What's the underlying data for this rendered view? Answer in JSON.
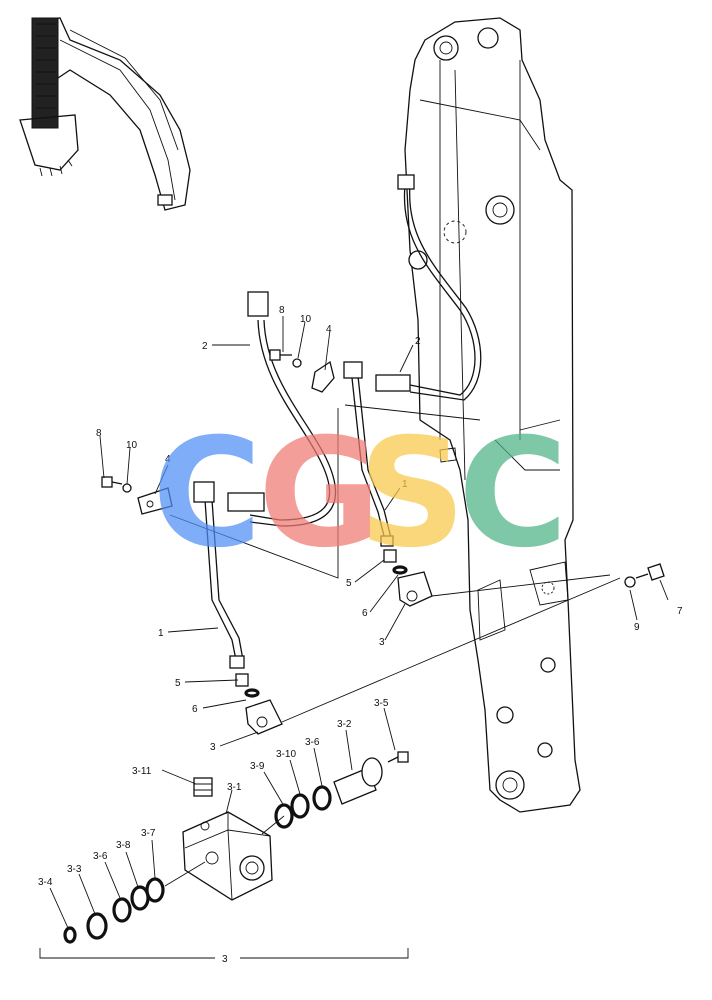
{
  "watermark": {
    "letters": [
      "C",
      "G",
      "S",
      "C"
    ],
    "colors": [
      "#4f8ef5",
      "#f07a72",
      "#f7c948",
      "#4db486"
    ]
  },
  "callouts": {
    "c1": "1",
    "c1b": "1",
    "c2": "2",
    "c2b": "2",
    "c3": "3",
    "c3b": "3",
    "c3c": "3",
    "c4": "4",
    "c4b": "4",
    "c5": "5",
    "c5b": "5",
    "c6": "6",
    "c6b": "6",
    "c7": "7",
    "c8": "8",
    "c8b": "8",
    "c9": "9",
    "c10": "10",
    "c10b": "10",
    "c3_1": "3-1",
    "c3_2": "3-2",
    "c3_3": "3-3",
    "c3_4": "3-4",
    "c3_5": "3-5",
    "c3_6": "3-6",
    "c3_6b": "3-6",
    "c3_7": "3-7",
    "c3_8": "3-8",
    "c3_9": "3-9",
    "c3_10": "3-10",
    "c3_11": "3-11"
  }
}
